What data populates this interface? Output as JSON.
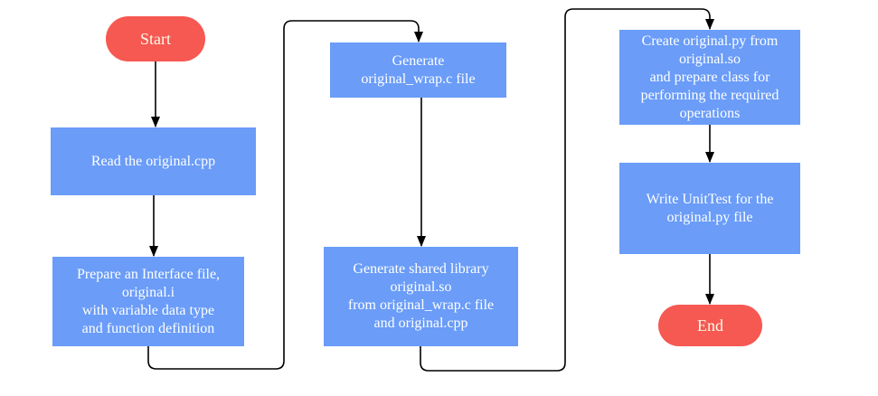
{
  "diagram": {
    "type": "flowchart",
    "background": "#ffffff",
    "colors": {
      "process_fill": "#6A9CF8",
      "process_text": "#ffffff",
      "terminator_fill": "#F65852",
      "terminator_text": "#FFFAE8",
      "connector": "#000000"
    },
    "nodes": {
      "start": {
        "type": "terminator",
        "label": "Start"
      },
      "read_cpp": {
        "type": "process",
        "label": "Read the original.cpp"
      },
      "prepare_interface": {
        "type": "process",
        "label": "Prepare an Interface file,\noriginal.i\nwith variable data type\nand function definition"
      },
      "generate_wrap": {
        "type": "process",
        "label": "Generate\noriginal_wrap.c file"
      },
      "generate_so": {
        "type": "process",
        "label": "Generate shared library\noriginal.so\nfrom original_wrap.c file\nand original.cpp"
      },
      "create_py": {
        "type": "process",
        "label": "Create original.py from\noriginal.so\nand prepare class for\nperforming the required\noperations"
      },
      "write_unittest": {
        "type": "process",
        "label": "Write UnitTest for the\noriginal.py file"
      },
      "end": {
        "type": "terminator",
        "label": "End"
      }
    },
    "edges": [
      {
        "from": "start",
        "to": "read_cpp"
      },
      {
        "from": "read_cpp",
        "to": "prepare_interface"
      },
      {
        "from": "prepare_interface",
        "to": "generate_wrap"
      },
      {
        "from": "generate_wrap",
        "to": "generate_so"
      },
      {
        "from": "generate_so",
        "to": "create_py"
      },
      {
        "from": "create_py",
        "to": "write_unittest"
      },
      {
        "from": "write_unittest",
        "to": "end"
      }
    ]
  }
}
